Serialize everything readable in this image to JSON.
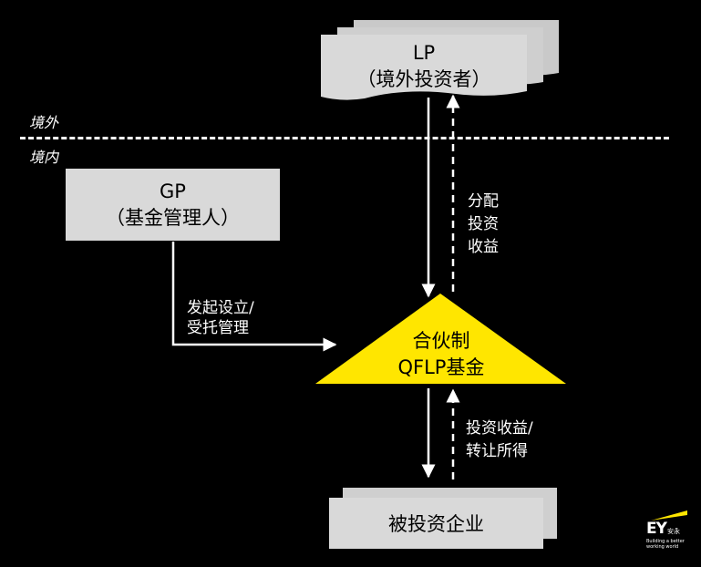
{
  "regions": {
    "offshore": "境外",
    "onshore": "境内"
  },
  "lp": {
    "line1": "LP",
    "line2": "（境外投资者）"
  },
  "gp": {
    "line1": "GP",
    "line2": "（基金管理人）"
  },
  "fund": {
    "line1": "合伙制",
    "line2": "QFLP基金"
  },
  "investee": {
    "label": "被投资企业"
  },
  "arrows": {
    "gp_to_fund": {
      "line1": "发起设立/",
      "line2": "受托管理"
    },
    "fund_to_lp": {
      "line1": "分配",
      "line2": "投资",
      "line3": "收益"
    },
    "investee_to_fund": {
      "line1": "投资收益/",
      "line2": "转让所得"
    }
  },
  "logo": {
    "brand": "EY",
    "brand_cn": "安永",
    "tagline1": "Building a better",
    "tagline2": "working world"
  },
  "colors": {
    "background": "#000000",
    "box_fill": "#d9d9d9",
    "fund_fill": "#ffe600",
    "text_on_box": "#000000",
    "arrow": "#ffffff"
  }
}
